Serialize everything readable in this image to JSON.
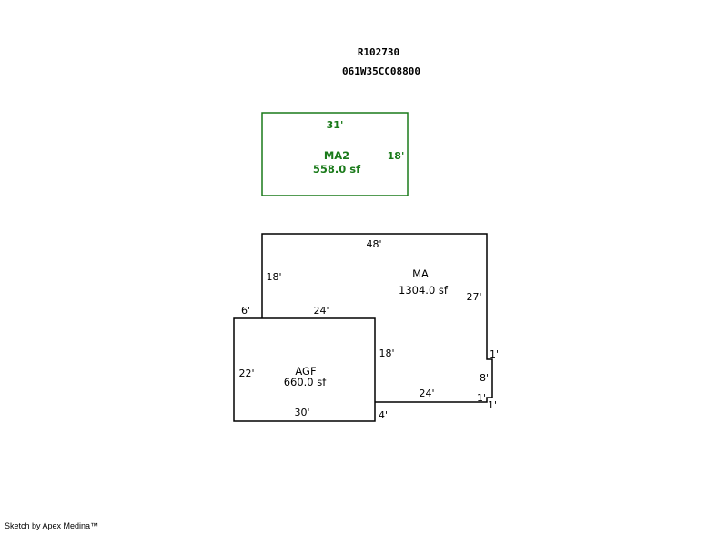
{
  "header": {
    "parcel_id": "R102730",
    "map_number": "061W35CC08800"
  },
  "colors": {
    "outline": "#000000",
    "secondary": "#1a7a1a"
  },
  "areas": {
    "ma2": {
      "code": "MA2",
      "area": "558.0 sf",
      "dims": {
        "top": "31'",
        "right": "18'"
      }
    },
    "ma": {
      "code": "MA",
      "area": "1304.0 sf",
      "dims": {
        "top": "48'",
        "left": "18'",
        "right": "27'",
        "notch_top": "1'",
        "notch_side": "8'",
        "notch_bottom_a": "1'",
        "notch_bottom_b": "1'",
        "bottom": "24'",
        "step": "4'"
      }
    },
    "agf": {
      "code": "AGF",
      "area": "660.0 sf",
      "dims": {
        "offset": "6'",
        "top": "24'",
        "right": "18'",
        "left": "22'",
        "bottom": "30'"
      }
    }
  },
  "footer": {
    "credit": "Sketch by Apex Medina™"
  }
}
